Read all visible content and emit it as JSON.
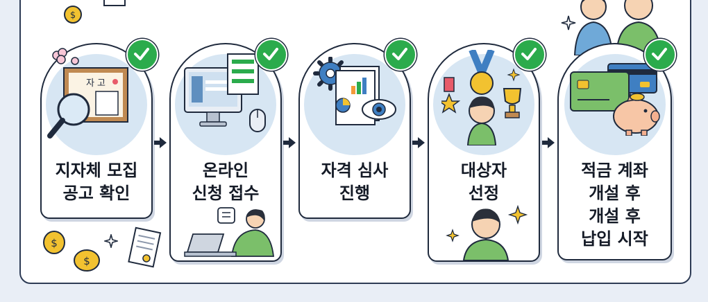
{
  "steps": [
    {
      "line1": "지자체 모집",
      "line2": "공고 확인",
      "line3": "",
      "line4": "",
      "icon": "magnifier-notice-board-icon",
      "poster_text": "자 고"
    },
    {
      "line1": "온라인",
      "line2": "신청 접수",
      "line3": "",
      "line4": "",
      "icon": "computer-application-form-icon"
    },
    {
      "line1": "자격 심사",
      "line2": "진행",
      "line3": "",
      "line4": "",
      "icon": "gear-chart-eye-review-icon"
    },
    {
      "line1": "대상자",
      "line2": "선정",
      "line3": "",
      "line4": "",
      "icon": "medal-trophy-person-icon"
    },
    {
      "line1": "적금 계좌",
      "line2": "개설 후",
      "line3": "개설 후",
      "line4": "납입 시작",
      "icon": "cards-piggy-bank-icon"
    }
  ],
  "colors": {
    "check": "#2bab4c",
    "arrow": "#1f2a3d",
    "circle": "#d7e6f3",
    "border": "#1f2a3d"
  }
}
